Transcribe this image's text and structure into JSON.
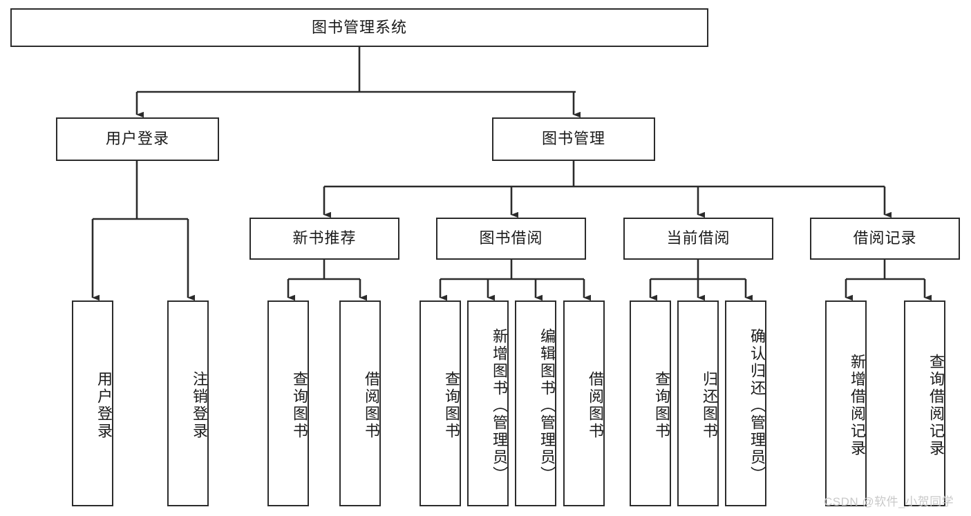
{
  "diagram": {
    "type": "tree",
    "title": "图书管理系统",
    "root": {
      "id": "root",
      "label": "图书管理系统"
    },
    "level2": [
      {
        "id": "user-login",
        "label": "用户登录"
      },
      {
        "id": "book-management",
        "label": "图书管理"
      }
    ],
    "level3": [
      {
        "id": "new-book-recommend",
        "label": "新书推荐"
      },
      {
        "id": "book-borrow",
        "label": "图书借阅"
      },
      {
        "id": "current-borrow",
        "label": "当前借阅"
      },
      {
        "id": "borrow-record",
        "label": "借阅记录"
      }
    ],
    "leaves": {
      "user_login": [
        {
          "id": "leaf-user-login",
          "label": "用户登录"
        },
        {
          "id": "leaf-logout-login",
          "label": "注销登录"
        }
      ],
      "new_book_recommend": [
        {
          "id": "leaf-query-book-1",
          "label": "查询图书"
        },
        {
          "id": "leaf-borrow-book-1",
          "label": "借阅图书"
        }
      ],
      "book_borrow": [
        {
          "id": "leaf-query-book-2",
          "label": "查询图书"
        },
        {
          "id": "leaf-add-book",
          "label": "新增图书（管理员）"
        },
        {
          "id": "leaf-edit-book",
          "label": "编辑图书（管理员）"
        },
        {
          "id": "leaf-borrow-book-2",
          "label": "借阅图书"
        }
      ],
      "current_borrow": [
        {
          "id": "leaf-query-book-3",
          "label": "查询图书"
        },
        {
          "id": "leaf-return-book",
          "label": "归还图书"
        },
        {
          "id": "leaf-confirm-return",
          "label": "确认归还（管理员）"
        }
      ],
      "borrow_record": [
        {
          "id": "leaf-add-record",
          "label": "新增借阅记录"
        },
        {
          "id": "leaf-query-record",
          "label": "查询借阅记录"
        }
      ]
    }
  },
  "watermark": {
    "text": "CSDN @软件_小贺同学"
  },
  "colors": {
    "line": "#2b2b2b",
    "box_border": "#2b2b2b",
    "box_fill": "#ffffff",
    "text": "#1a1a1a",
    "watermark": "#c9c9c9",
    "background": "#ffffff"
  }
}
